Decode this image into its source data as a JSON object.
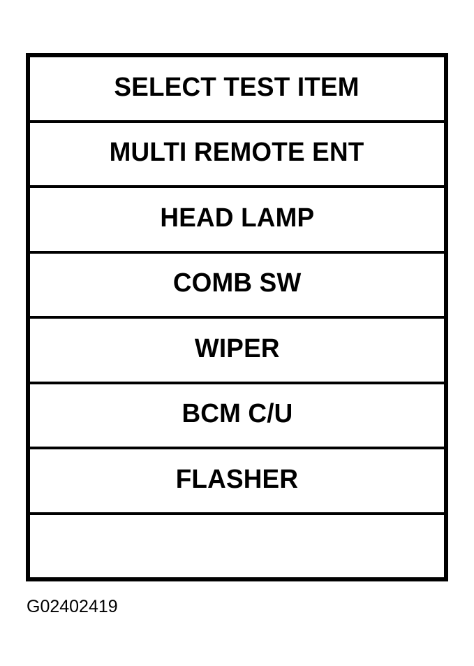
{
  "figure": {
    "caption": "G02402419",
    "background_color": "#ffffff",
    "line_color": "#000000"
  },
  "menu": {
    "title": "SELECT TEST ITEM",
    "rows": [
      {
        "label": "SELECT TEST ITEM",
        "empty": false
      },
      {
        "label": "MULTI REMOTE ENT",
        "empty": false
      },
      {
        "label": "HEAD LAMP",
        "empty": false
      },
      {
        "label": "COMB SW",
        "empty": false
      },
      {
        "label": "WIPER",
        "empty": false
      },
      {
        "label": "BCM C/U",
        "empty": false
      },
      {
        "label": "FLASHER",
        "empty": false
      },
      {
        "label": "",
        "empty": true
      }
    ]
  }
}
